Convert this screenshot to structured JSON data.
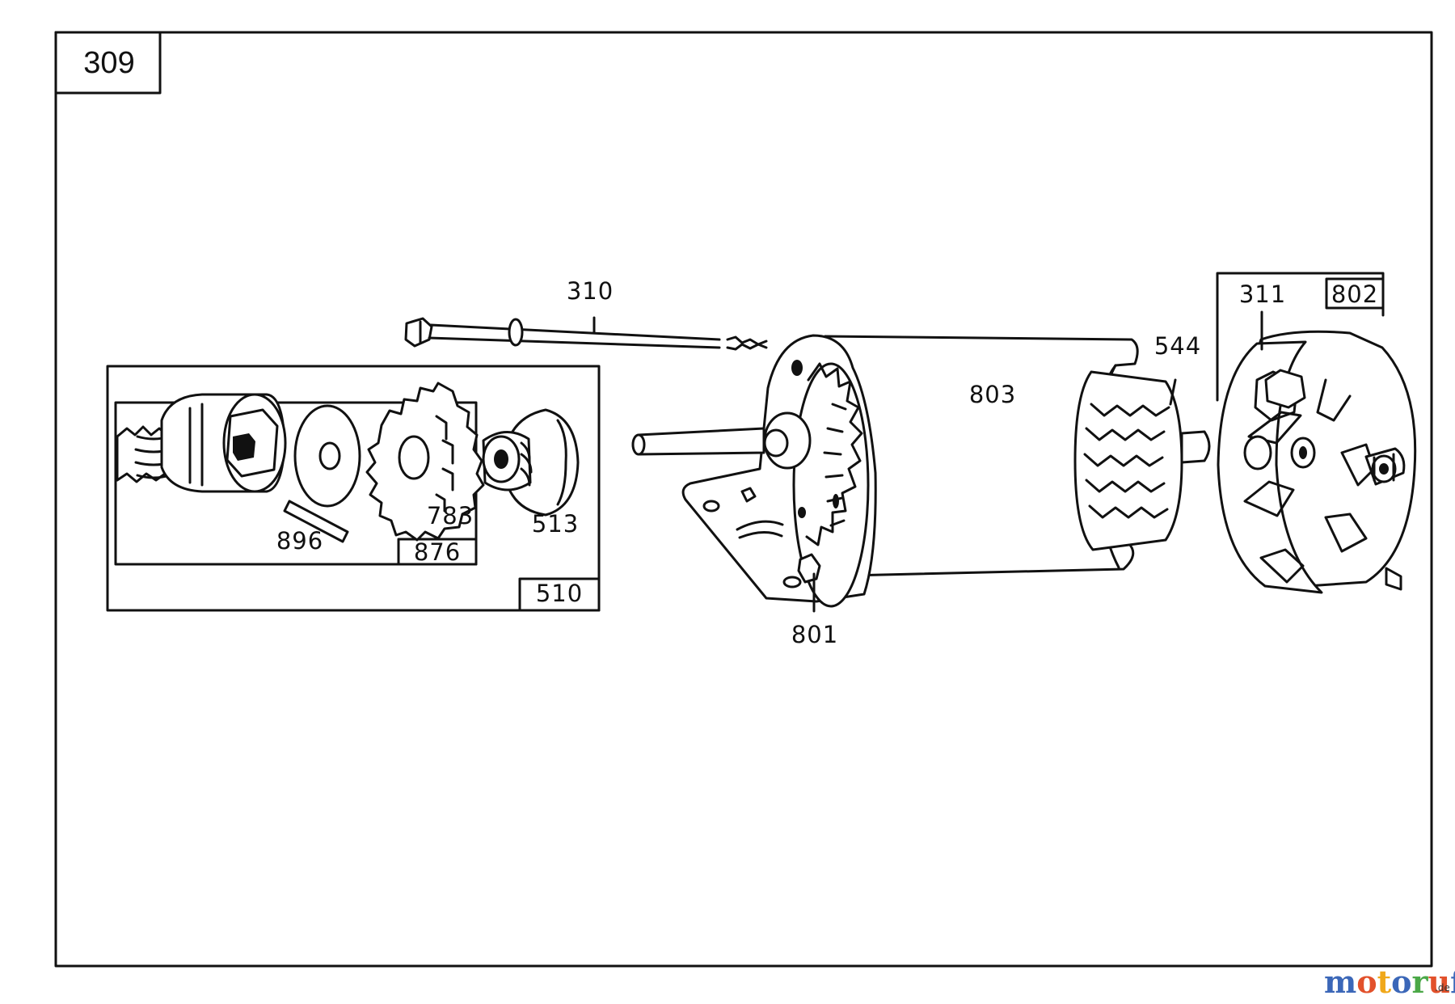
{
  "diagram": {
    "figure_number": "309",
    "labels": {
      "p310": "310",
      "p311": "311",
      "p802": "802",
      "p544": "544",
      "p803": "803",
      "p801": "801",
      "p510": "510",
      "p876": "876",
      "p896": "896",
      "p783": "783",
      "p513": "513"
    }
  },
  "watermark": {
    "letters": [
      "m",
      "o",
      "t",
      "o",
      "r",
      "u",
      "f"
    ],
    "letter_colors": [
      "#3b67b8",
      "#e2512b",
      "#f0a81a",
      "#3b67b8",
      "#4aa847",
      "#e2512b",
      "#3b67b8"
    ],
    "suffix": ".de"
  }
}
